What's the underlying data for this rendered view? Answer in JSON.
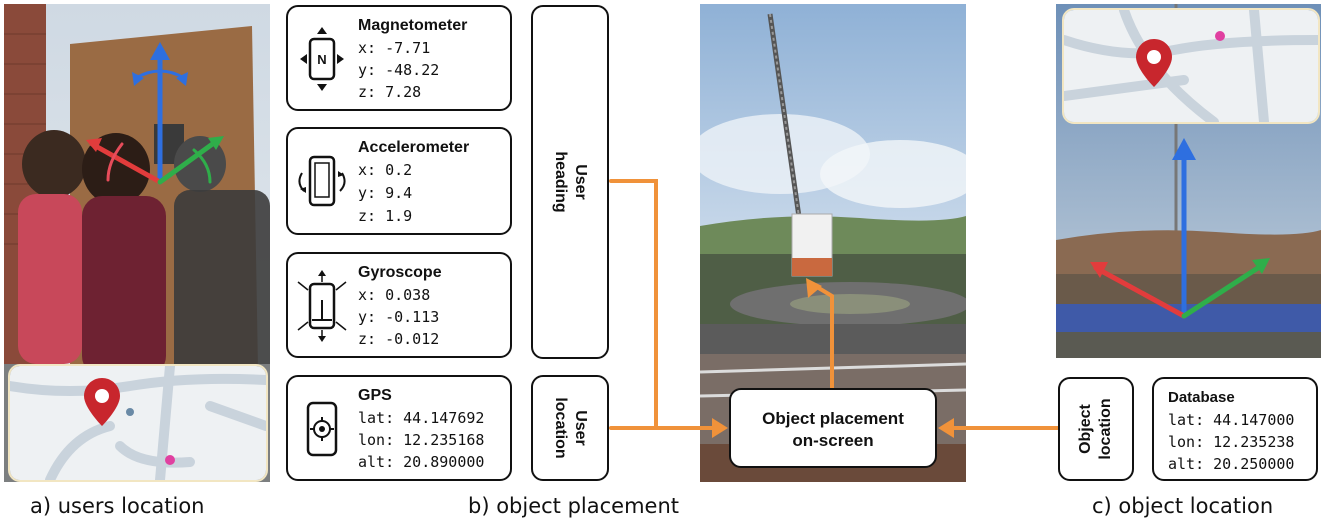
{
  "sensors": {
    "magnetometer": {
      "title": "Magnetometer",
      "x": "x: -7.71",
      "y": "y: -48.22",
      "z": "z: 7.28",
      "icon": "compass-phone-icon",
      "glyph": "N"
    },
    "accelerometer": {
      "title": "Accelerometer",
      "x": "x: 0.2",
      "y": "y: 9.4",
      "z": "z: 1.9",
      "icon": "rotating-phone-icon"
    },
    "gyroscope": {
      "title": "Gyroscope",
      "x": "x: 0.038",
      "y": "y: -0.113",
      "z": "z: -0.012",
      "icon": "moving-phone-icon"
    },
    "gps": {
      "title": "GPS",
      "lat": "lat: 44.147692",
      "lon": "lon: 12.235168",
      "alt": "alt: 20.890000",
      "icon": "location-phone-icon"
    }
  },
  "labels": {
    "user_heading": [
      "User",
      "heading"
    ],
    "user_location": [
      "User",
      "location"
    ],
    "object_location": [
      "Object",
      "location"
    ],
    "object_placement": [
      "Object placement",
      "on-screen"
    ]
  },
  "database": {
    "title": "Database",
    "lat": "lat: 44.147000",
    "lon": "lon: 12.235238",
    "alt": "alt: 20.250000"
  },
  "captions": {
    "a": "a) users location",
    "b": "b) object placement",
    "c": "c) object location"
  },
  "colors": {
    "arrow_orange": "#f0923a",
    "axis_blue": "#2e6fe0",
    "axis_red": "#e23c3c",
    "axis_green": "#2fae4a",
    "pin_red": "#c8262d",
    "map_road": "#c9d3dc",
    "map_bg": "#eef1f3"
  }
}
